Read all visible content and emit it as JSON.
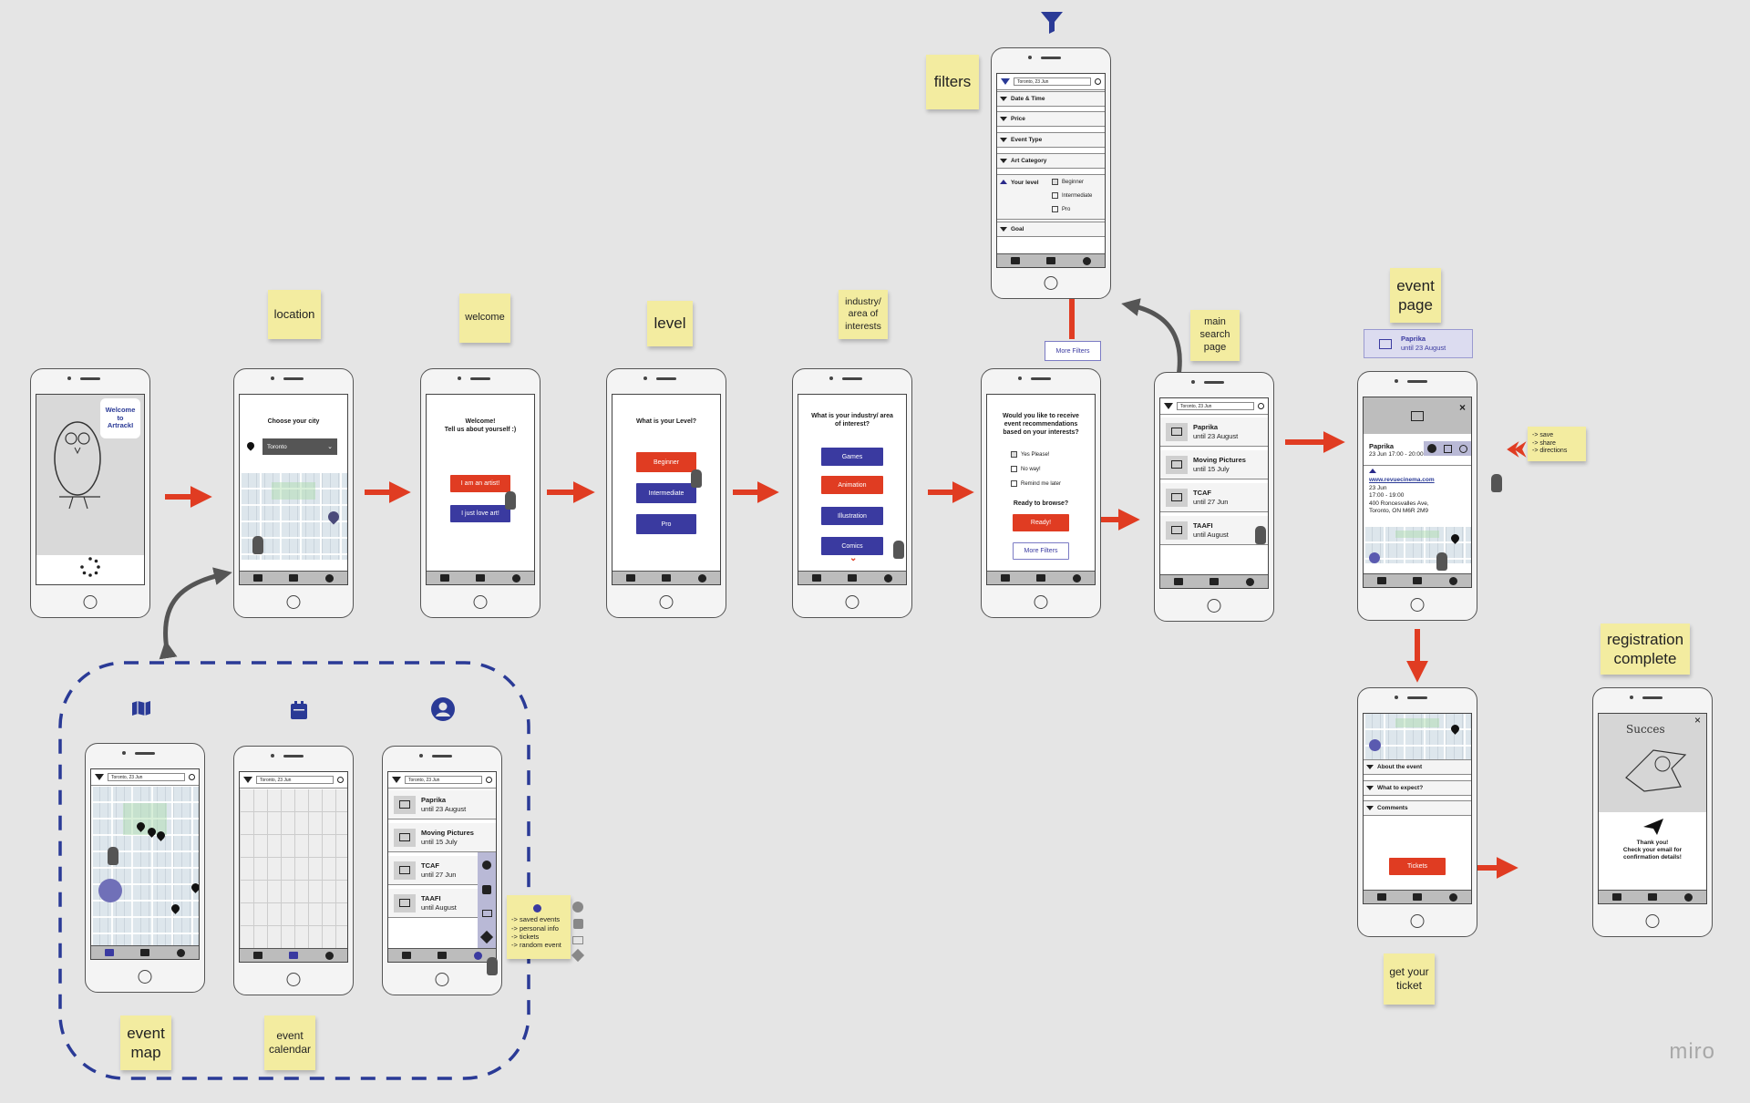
{
  "brand": "miro",
  "colors": {
    "accent_red": "#e03c22",
    "accent_blue": "#3a3aa0",
    "sticky": "#f3eca0",
    "canvas": "#e5e5e5"
  },
  "stickies": {
    "location": "location",
    "welcome": "welcome",
    "level": "level",
    "industry": "industry/\narea of\ninterests",
    "main_search": "main\nsearch\npage",
    "filters": "filters",
    "event_page": "event\npage",
    "registration": "registration\ncomplete",
    "get_ticket": "get your\nticket",
    "event_map": "event\nmap",
    "event_calendar": "event\ncalendar",
    "event_actions": "-> save\n-> share\n-> directions",
    "profile_menu": "-> saved events\n-> personal info\n-> tickets\n-> random event"
  },
  "screens": {
    "splash": {
      "bubble": "Welcome\nto\nArtrackI"
    },
    "location": {
      "title": "Choose your city",
      "city": "Toronto"
    },
    "welcome": {
      "title": "Welcome!\nTell us about yourself :)",
      "btn_artist": "I am an artist!",
      "btn_love": "I just love art!"
    },
    "level": {
      "title": "What is your Level?",
      "options": [
        "Beginner",
        "Intermediate",
        "Pro"
      ]
    },
    "industry": {
      "title": "What is your industry/ area\nof interest?",
      "options": [
        "Games",
        "Animation",
        "Illustration",
        "Comics"
      ]
    },
    "recommend": {
      "title": "Would you like to receive\nevent recommendations\nbased on your interests?",
      "checks": [
        "Yes Please!",
        "No way!",
        "Remind me later"
      ],
      "browse": "Ready to browse?",
      "ready_btn": "Ready!",
      "more_btn": "More Filters"
    },
    "more_filters_tag": "More Filters",
    "search": {
      "date": "Toronto, 23 Jun",
      "events": [
        {
          "name": "Paprika",
          "date": "until 23 August"
        },
        {
          "name": "Moving Pictures",
          "date": "until 15 July"
        },
        {
          "name": "TCAF",
          "date": "until 27 Jun"
        },
        {
          "name": "TAAFI",
          "date": "until  August"
        }
      ]
    },
    "filters": {
      "date": "Toronto, 23 Jun",
      "sections": [
        "Date & Time",
        "Price",
        "Event Type",
        "Art Category"
      ],
      "level_label": "Your level",
      "levels": [
        "Beginner",
        "Intermediate",
        "Pro"
      ],
      "goal": "Goal"
    },
    "event_tag": {
      "name": "Paprika",
      "date": "until 23 August"
    },
    "event": {
      "name": "Paprika",
      "when": "23 Jun 17:00 - 20:00",
      "url": "www.revuecinema.com",
      "details": [
        "23 Jun",
        "17:00 - 19:00",
        "400 Roncesvalles Ave,\nToronto, ON M6R 2M9"
      ]
    },
    "ticket": {
      "sections": [
        "About the event",
        "What to expect?",
        "Comments"
      ],
      "btn": "Tickets"
    },
    "done": {
      "sketch_text": "Succes",
      "message": "Thank you!\nCheck your email for\nconfirmation details!"
    }
  }
}
